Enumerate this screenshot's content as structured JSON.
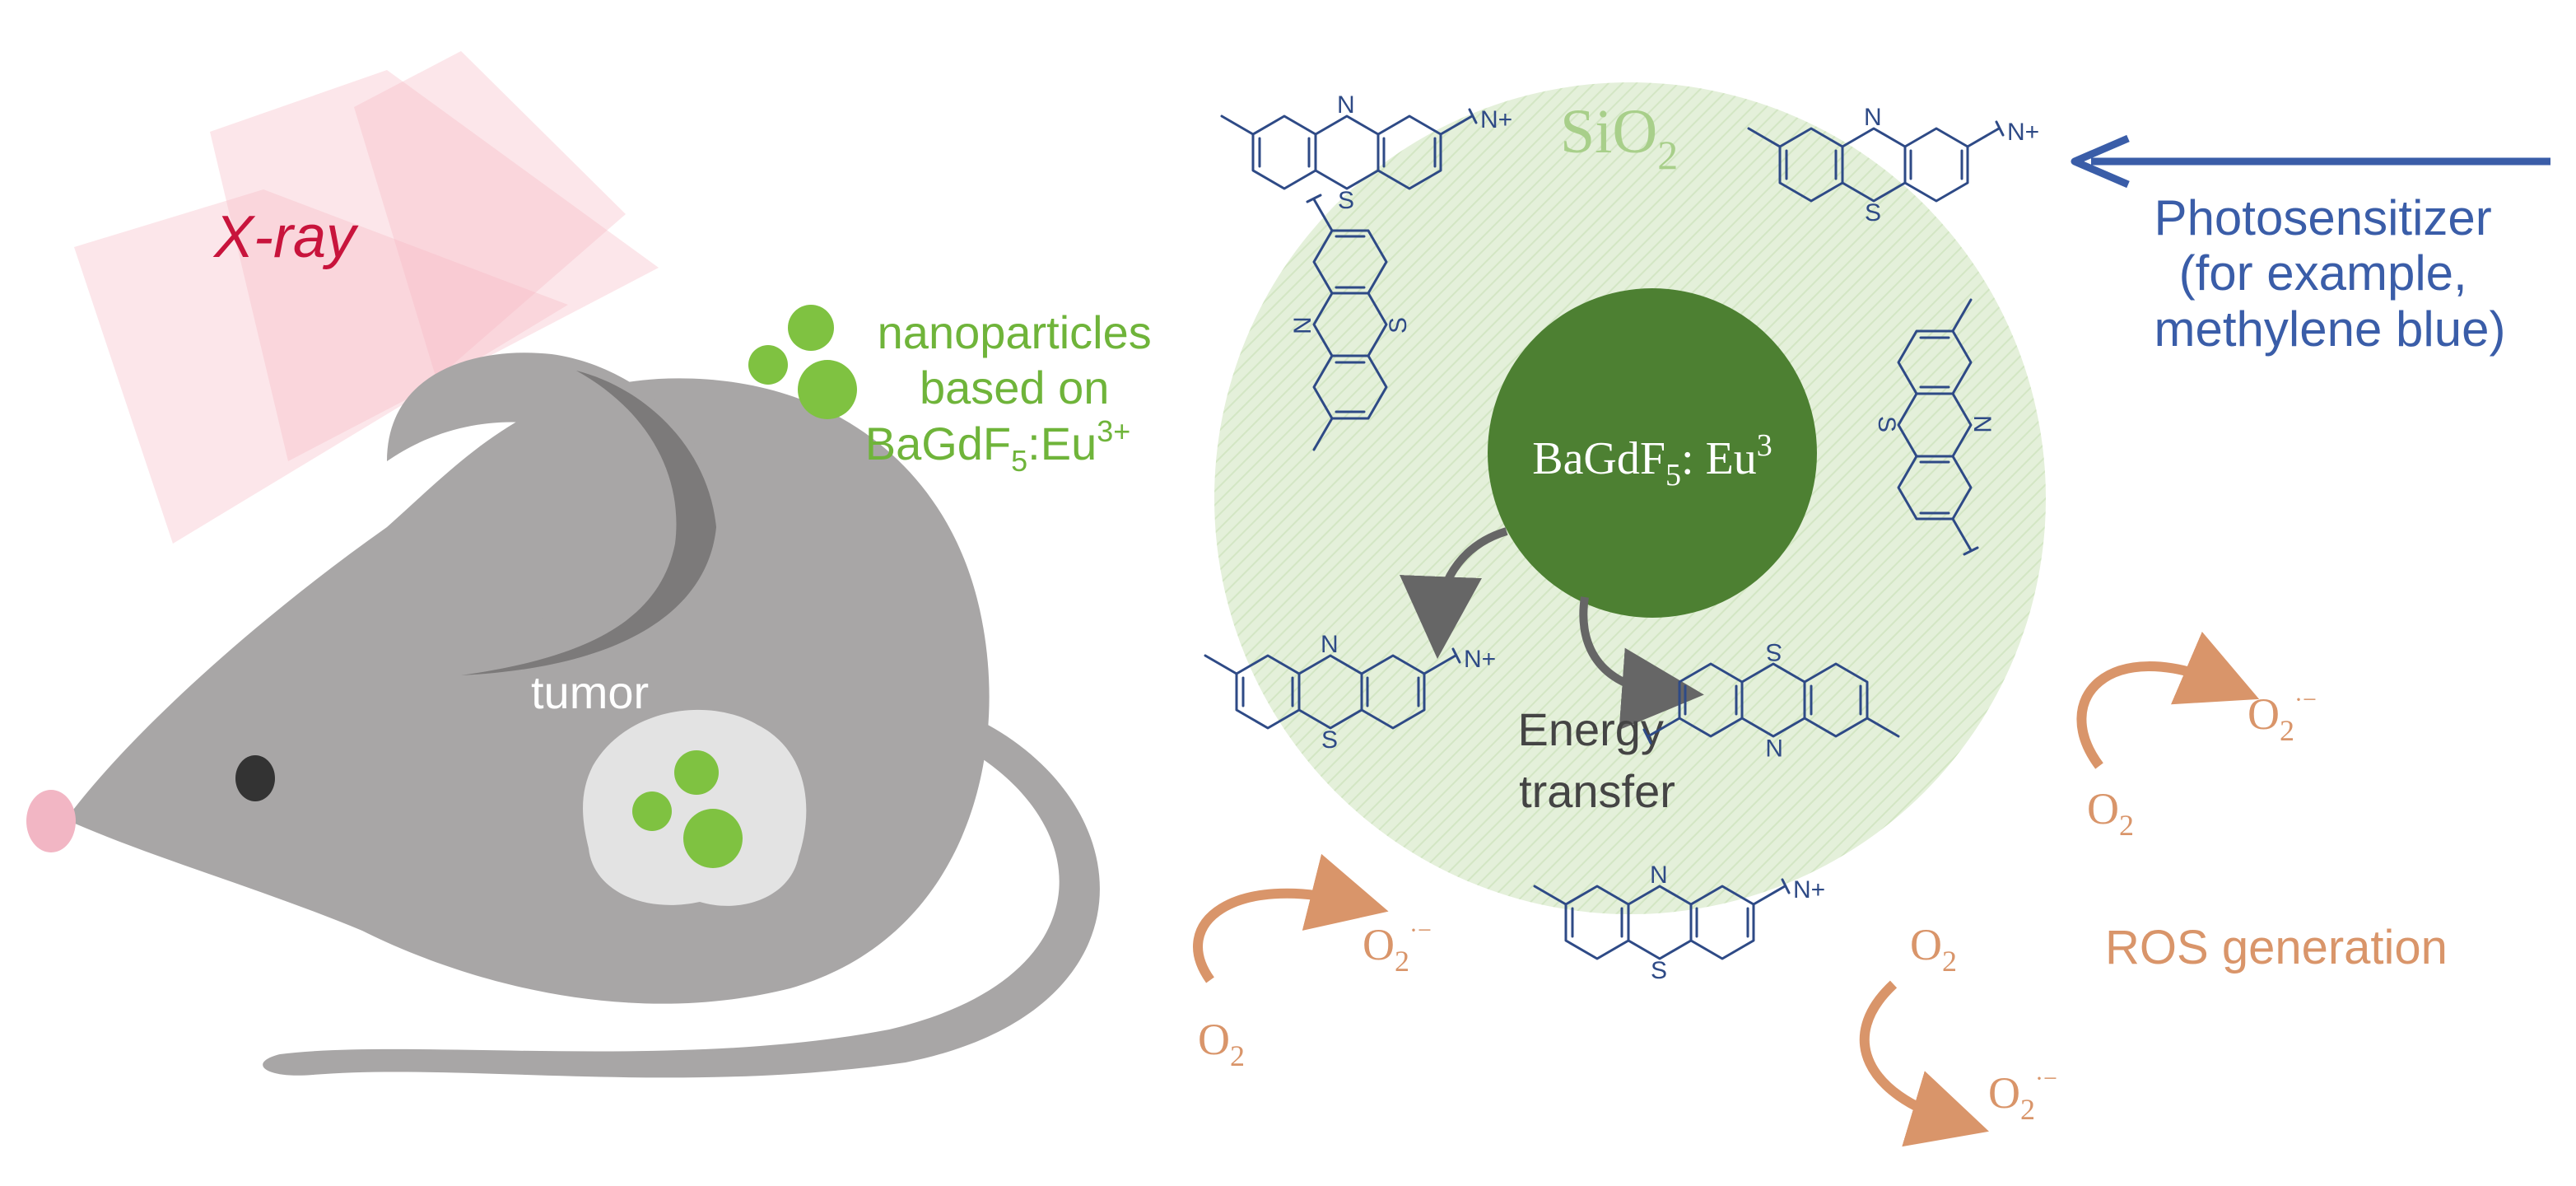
{
  "xray_label": "X-ray",
  "nanoparticles_label": [
    "nanoparticles",
    "based on",
    "BaGdF",
    "5",
    ":Eu",
    "3+"
  ],
  "tumor_label": "tumor",
  "shell_label": [
    "SiO",
    "2"
  ],
  "core_label": [
    "BaGdF",
    "5",
    ": Eu",
    "3"
  ],
  "energy_transfer_label": [
    "Energy",
    "transfer"
  ],
  "photosensitizer_label": [
    "Photosensitizer",
    "(for example,",
    "methylene blue)"
  ],
  "ros_label": "ROS generation",
  "o2_label": [
    "O",
    "2"
  ],
  "superoxide_label": [
    "O",
    "2",
    "·−"
  ],
  "atom_labels": {
    "nitrogen": "N",
    "sulfur": "S",
    "nitrogen_plus": "N+"
  },
  "colors": {
    "xray": "#c8143c",
    "xray_beam": "#f4aab8",
    "mouse": "#a8a6a6",
    "mouse_dark": "#7c7a7a",
    "nose": "#f2b6c4",
    "nanoparticle": "#7fc241",
    "shell": "#e3efd8",
    "core": "#4d8032",
    "molecule": "#2e4a86",
    "arrow_blue": "#3a5da8",
    "ros": "#d9956a",
    "energy_arrow": "#666666"
  }
}
